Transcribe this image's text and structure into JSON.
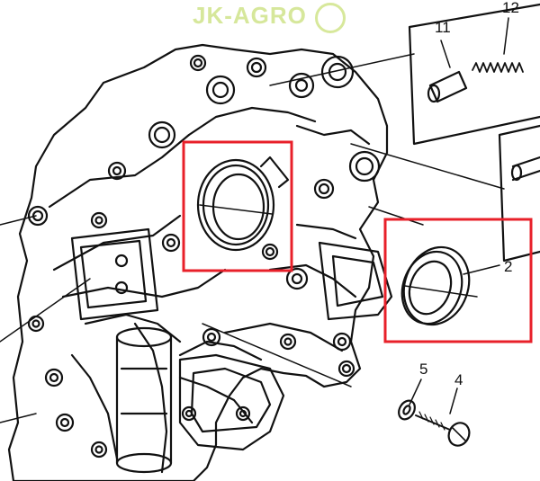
{
  "watermark": {
    "text": "JK-AGRO"
  },
  "callouts": {
    "c11": "11",
    "c12": "12",
    "c2": "2",
    "c5": "5",
    "c4": "4"
  },
  "colors": {
    "line": "#111111",
    "highlight": "#e8202a",
    "watermark": "#c9e07a",
    "background": "#ffffff"
  },
  "highlights": [
    "seal-in-bore-box",
    "loose-seal-box"
  ]
}
